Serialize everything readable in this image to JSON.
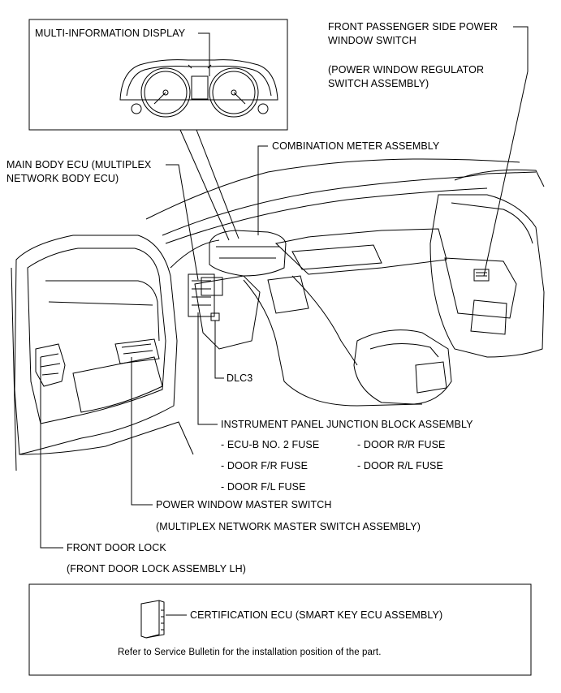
{
  "labels": {
    "multi_info_display": "MULTI-INFORMATION DISPLAY",
    "front_passenger_switch_line1": "FRONT PASSENGER SIDE POWER",
    "front_passenger_switch_line2": "WINDOW SWITCH",
    "front_passenger_switch_sub1": "(POWER WINDOW REGULATOR",
    "front_passenger_switch_sub2": "SWITCH ASSEMBLY)",
    "combination_meter": "COMBINATION METER ASSEMBLY",
    "main_body_ecu_line1": "MAIN BODY ECU (MULTIPLEX",
    "main_body_ecu_line2": "NETWORK BODY ECU)",
    "dlc3": "DLC3",
    "junction_block": "INSTRUMENT PANEL JUNCTION BLOCK ASSEMBLY",
    "fuses": [
      "- ECU-B NO. 2 FUSE",
      "- DOOR R/R FUSE",
      "- DOOR F/R FUSE",
      "- DOOR R/L FUSE",
      "- DOOR F/L FUSE"
    ],
    "pw_master_switch": "POWER WINDOW MASTER SWITCH",
    "pw_master_switch_sub": "(MULTIPLEX NETWORK MASTER SWITCH ASSEMBLY)",
    "front_door_lock": "FRONT DOOR LOCK",
    "front_door_lock_sub": "(FRONT DOOR LOCK ASSEMBLY LH)",
    "certification_ecu": "CERTIFICATION ECU (SMART KEY ECU ASSEMBLY)",
    "service_note": "Refer to Service Bulletin for the installation position of the part."
  },
  "colors": {
    "line": "#000000",
    "background": "#ffffff"
  }
}
